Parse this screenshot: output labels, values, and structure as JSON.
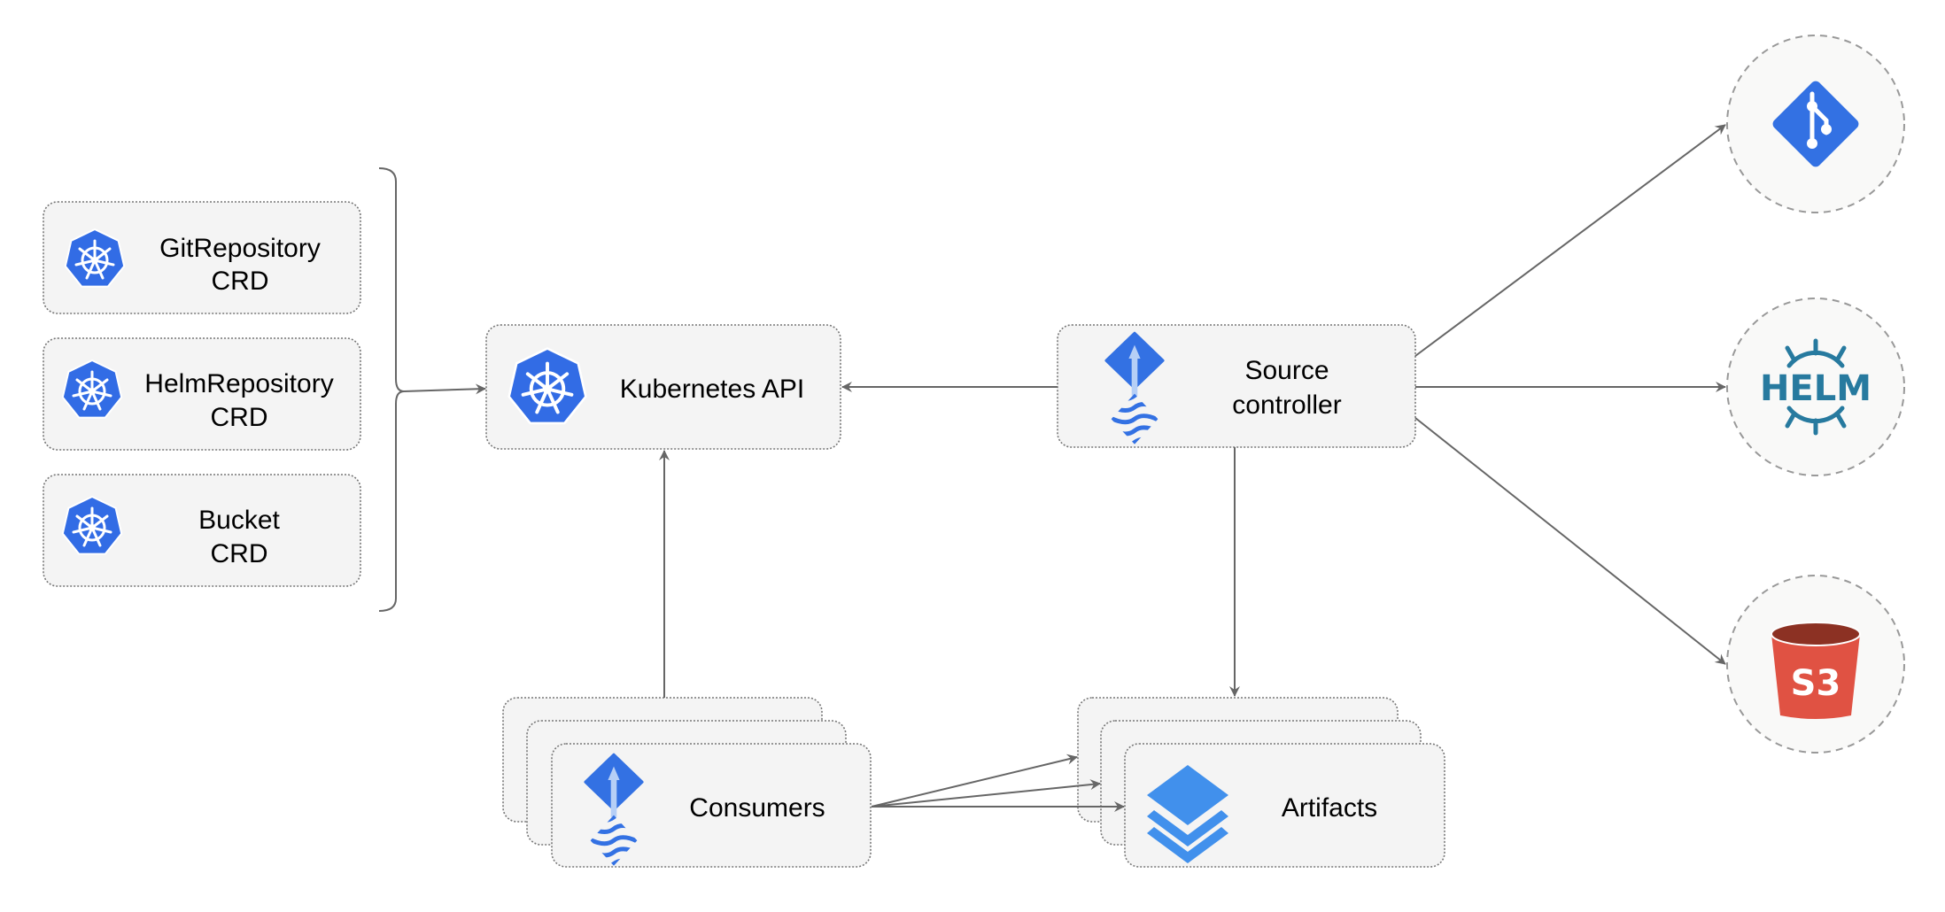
{
  "crds": [
    {
      "line1": "GitRepository",
      "line2": "CRD"
    },
    {
      "line1": "HelmRepository",
      "line2": "CRD"
    },
    {
      "line1": "Bucket",
      "line2": "CRD"
    }
  ],
  "kubernetes_api": {
    "label": "Kubernetes API",
    "icon": "kubernetes-icon"
  },
  "source_controller": {
    "line1": "Source",
    "line2": "controller",
    "icon": "flux-icon"
  },
  "consumers": {
    "label": "Consumers",
    "icon": "flux-icon"
  },
  "artifacts": {
    "label": "Artifacts",
    "icon": "layers-icon"
  },
  "sources": {
    "git": {
      "icon": "git-icon"
    },
    "helm": {
      "label": "HELM",
      "icon": "helm-icon"
    },
    "s3": {
      "label": "S3",
      "icon": "s3-bucket-icon"
    }
  },
  "colors": {
    "kubernetes_blue": "#326ce5",
    "flux_blue": "#3371e3",
    "helm_teal": "#277a9f",
    "s3_red": "#e05243",
    "s3_dark": "#8c3123",
    "layers_blue": "#4190ec",
    "edge": "#666666"
  }
}
